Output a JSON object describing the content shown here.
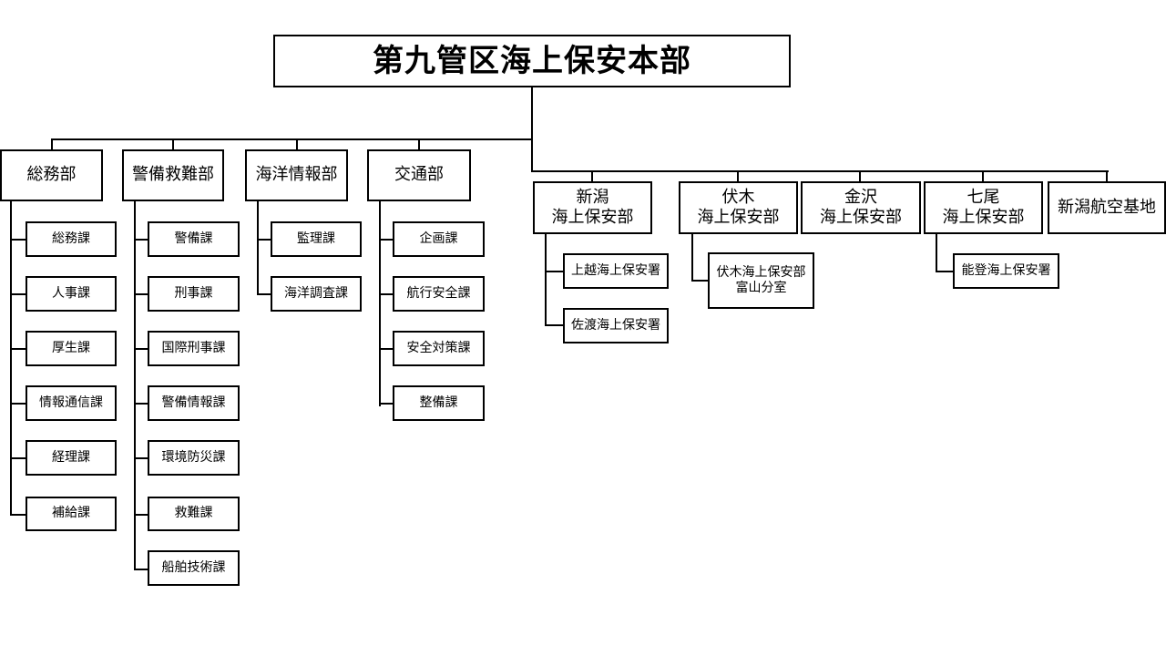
{
  "root": {
    "title": "第九管区海上保安本部"
  },
  "departments": [
    {
      "name": "総務部",
      "sections": [
        "総務課",
        "人事課",
        "厚生課",
        "情報通信課",
        "経理課",
        "補給課"
      ]
    },
    {
      "name": "警備救難部",
      "sections": [
        "警備課",
        "刑事課",
        "国際刑事課",
        "警備情報課",
        "環境防災課",
        "救難課",
        "船舶技術課"
      ]
    },
    {
      "name": "海洋情報部",
      "sections": [
        "監理課",
        "海洋調査課"
      ]
    },
    {
      "name": "交通部",
      "sections": [
        "企画課",
        "航行安全課",
        "安全対策課",
        "整備課"
      ]
    }
  ],
  "offices": [
    {
      "line1": "新潟",
      "line2": "海上保安部",
      "subs": [
        {
          "line1": "上越海上保安署"
        },
        {
          "line1": "佐渡海上保安署"
        }
      ]
    },
    {
      "line1": "伏木",
      "line2": "海上保安部",
      "subs": [
        {
          "line1": "伏木海上保安部",
          "line2": "富山分室"
        }
      ]
    },
    {
      "line1": "金沢",
      "line2": "海上保安部",
      "subs": []
    },
    {
      "line1": "七尾",
      "line2": "海上保安部",
      "subs": [
        {
          "line1": "能登海上保安署"
        }
      ]
    },
    {
      "line1": "新潟航空基地",
      "subs": []
    }
  ]
}
